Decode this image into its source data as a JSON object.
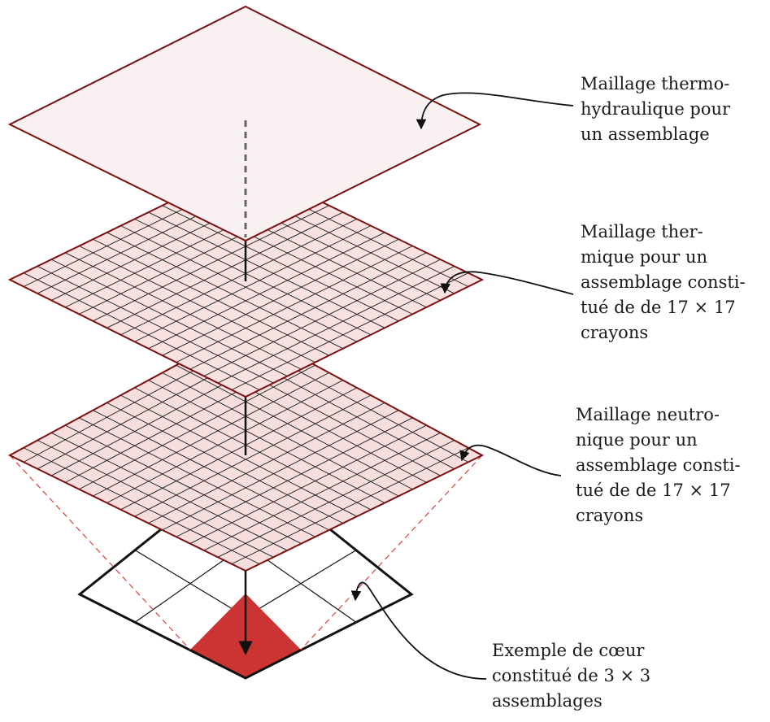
{
  "labels": {
    "thermohydraulic": {
      "lines": [
        "Maillage thermo-",
        "hydraulique pour",
        "un assemblage"
      ]
    },
    "thermal": {
      "lines": [
        "Maillage ther-",
        "mique pour un",
        "assemblage consti-",
        "tué de de 17 × 17",
        "crayons"
      ]
    },
    "neutronic": {
      "lines": [
        "Maillage neutro-",
        "nique pour un",
        "assemblage consti-",
        "tué de de 17 × 17",
        "crayons"
      ]
    },
    "core": {
      "lines": [
        "Exemple de cœur",
        "constitué de 3 × 3",
        "assemblages"
      ]
    }
  },
  "grid": {
    "fine_divisions": 17,
    "core_divisions": 3
  },
  "colors": {
    "plane_border": "#7a1010",
    "top_fill": "#f9f1f1",
    "mid_fill": "#f8e1e1",
    "low_fill": "#f6dede",
    "grid_line": "#1a1a1a",
    "core_border": "#111111",
    "highlight": "#cc3333",
    "guide_dash": "#d9413c",
    "axis_dash": "#666666"
  }
}
